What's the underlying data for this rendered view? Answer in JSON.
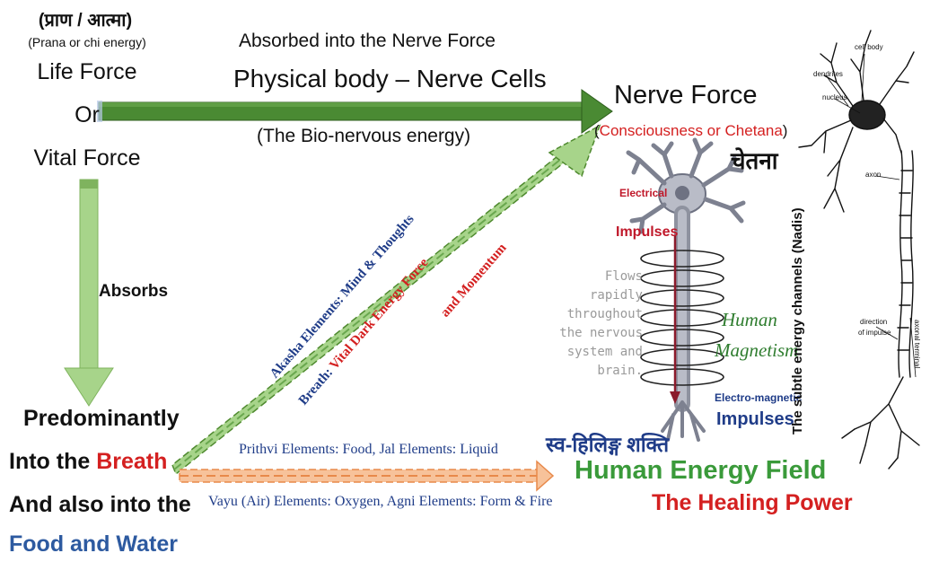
{
  "colors": {
    "green_arrow": "#3f7f2a",
    "light_green": "#9ccf7a",
    "red": "#d42020",
    "blue": "#1f3c88",
    "dark_green": "#2e8b3e",
    "orange_arrow": "#f4a76a",
    "human_green": "#2f7d2f"
  },
  "left": {
    "devanagari": "(प्राण / आत्मा)",
    "prana": "(Prana or chi energy)",
    "life_force": "Life Force",
    "or": "Or",
    "vital_force": "Vital Force",
    "absorbs": "Absorbs",
    "predominantly": "Predominantly",
    "into_the": "Into the",
    "breath": "Breath",
    "and_also": "And also into the",
    "food_water": "Food and Water"
  },
  "top": {
    "absorbed": "Absorbed into the Nerve Force",
    "physical": "Physical body – Nerve Cells",
    "bio": "(The Bio-nervous energy)"
  },
  "right": {
    "nerve_force": "Nerve Force",
    "paren_open": "(",
    "consciousness": "Consciousness or Chetana",
    "paren_close": ")",
    "chetana": "चेतना",
    "electrical": "Electrical",
    "impulses_red": "Impulses",
    "flows": [
      "Flows",
      "rapidly",
      "throughout",
      "the nervous",
      "system and",
      "brain."
    ],
    "human": "Human",
    "magnetism": "Magnetism",
    "electro_magnetic": "Electro-magnetic",
    "impulses_blue": "Impulses",
    "nadis": "The subtle energy channels (Nadis)",
    "sva": "स्व-हिलिङ्ग शक्ति",
    "hef": "Human Energy Field",
    "healing": "The Healing Power"
  },
  "diagonal": {
    "akasha": "Akasha Elements: Mind & Thoughts",
    "breath_label": "Breath:",
    "vital_dark": "Vital Dark Energy Force",
    "momentum": "and Momentum"
  },
  "horizontal": {
    "prithvi": "Prithvi Elements: Food, Jal Elements: Liquid",
    "vayu": "Vayu (Air) Elements: Oxygen, Agni Elements: Form & Fire"
  },
  "neuron_labels": {
    "cell_body": "cell body",
    "dendrites": "dendrites",
    "nucleus": "nucleus",
    "axon": "axon",
    "direction": "direction",
    "of_impulse": "of impulse",
    "axonal_terminal": "axonal terminal"
  }
}
